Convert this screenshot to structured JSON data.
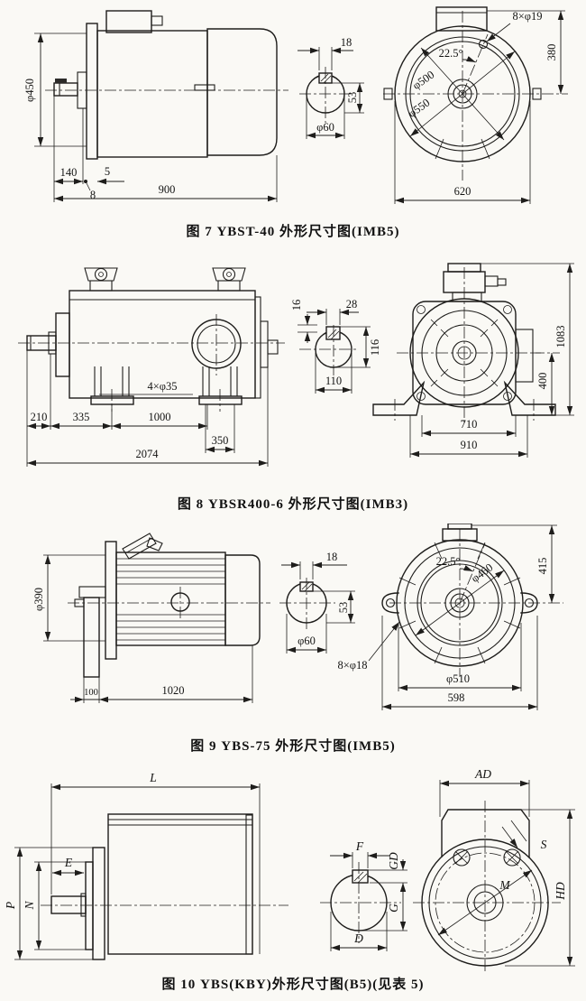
{
  "page": {
    "background": "#faf9f5",
    "ink": "#1e1d1b"
  },
  "fig7": {
    "caption": "图 7  YBST-40 外形尺寸图(IMB5)",
    "side": {
      "dia": "φ450",
      "d140": "140",
      "d5": "5",
      "d8": "8",
      "d900": "900"
    },
    "shaft": {
      "w": "18",
      "h": "53",
      "dia": "φ60"
    },
    "end": {
      "bolts": "8×φ19",
      "angle": "22.5°",
      "dia1": "φ500",
      "dia2": "φ550",
      "h": "380",
      "w": "620"
    }
  },
  "fig8": {
    "caption": "图 8  YBSR400-6 外形尺寸图(IMB3)",
    "side": {
      "holes": "4×φ35",
      "d210": "210",
      "d335": "335",
      "d1000": "1000",
      "d350": "350",
      "d2074": "2074"
    },
    "shaft": {
      "t": "16",
      "w": "28",
      "h": "116",
      "dia": "110"
    },
    "end": {
      "h": "1083",
      "d400": "400",
      "d710": "710",
      "d910": "910"
    }
  },
  "fig9": {
    "caption": "图 9  YBS-75 外形尺寸图(IMB5)",
    "side": {
      "dia": "φ390",
      "d100": "100",
      "d1020": "1020"
    },
    "shaft": {
      "w": "18",
      "h": "53",
      "dia": "φ60"
    },
    "end": {
      "angle": "22.5°",
      "dia1": "φ460",
      "h": "415",
      "bolts": "8×φ18",
      "dia2": "φ510",
      "w": "598"
    }
  },
  "fig10": {
    "caption": "图 10  YBS(KBY)外形尺寸图(B5)(见表 5)",
    "side": {
      "L": "L",
      "E": "E",
      "P": "P",
      "N": "N"
    },
    "shaft": {
      "F": "F",
      "GD": "GD",
      "G": "G",
      "D": "D"
    },
    "end": {
      "AD": "AD",
      "S": "S",
      "M": "M",
      "HD": "HD"
    }
  }
}
